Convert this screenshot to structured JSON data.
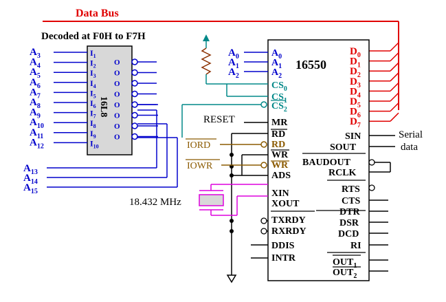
{
  "title": "Data Bus",
  "decoded_label": "Decoded at F0H to F7H",
  "decoder_chip": "16L8",
  "uart_chip": "16550",
  "crystal_label": "18.432 MHz",
  "reset_label": "RESET",
  "iord_label": "IORD",
  "iowr_label": "IOWR",
  "serial_data_label": [
    "Serial",
    "data"
  ],
  "decoder_inputs": [
    {
      "base": "A",
      "sub": "3"
    },
    {
      "base": "A",
      "sub": "4"
    },
    {
      "base": "A",
      "sub": "5"
    },
    {
      "base": "A",
      "sub": "6"
    },
    {
      "base": "A",
      "sub": "7"
    },
    {
      "base": "A",
      "sub": "8"
    },
    {
      "base": "A",
      "sub": "9"
    },
    {
      "base": "A",
      "sub": "10"
    },
    {
      "base": "A",
      "sub": "11"
    },
    {
      "base": "A",
      "sub": "12"
    }
  ],
  "upper_address": [
    {
      "base": "A",
      "sub": "13"
    },
    {
      "base": "A",
      "sub": "14"
    },
    {
      "base": "A",
      "sub": "15"
    }
  ],
  "left_address": [
    {
      "base": "A",
      "sub": "0"
    },
    {
      "base": "A",
      "sub": "1"
    },
    {
      "base": "A",
      "sub": "2"
    }
  ],
  "data_pins": [
    {
      "base": "D",
      "sub": "0"
    },
    {
      "base": "D",
      "sub": "1"
    },
    {
      "base": "D",
      "sub": "2"
    },
    {
      "base": "D",
      "sub": "3"
    },
    {
      "base": "D",
      "sub": "4"
    },
    {
      "base": "D",
      "sub": "5"
    },
    {
      "base": "D",
      "sub": "6"
    },
    {
      "base": "D",
      "sub": "7"
    }
  ],
  "pins_left": {
    "a0": {
      "base": "A",
      "sub": "0"
    },
    "a1": {
      "base": "A",
      "sub": "1"
    },
    "a2": {
      "base": "A",
      "sub": "2"
    },
    "cs0": {
      "base": "CS",
      "sub": "0"
    },
    "cs1": {
      "base": "CS",
      "sub": "1"
    },
    "cs2": {
      "base": "CS",
      "sub": "2"
    },
    "mr": "MR",
    "rd": "RD",
    "rd_bar": "RD",
    "wr": "WR",
    "wr_bar": "WR",
    "ads": "ADS",
    "xin": "XIN",
    "xout": "XOUT",
    "txrdy": "TXRDY",
    "rxrdy": "RXRDY",
    "ddis": "DDIS",
    "intr": "INTR"
  },
  "pins_right": {
    "sin": "SIN",
    "sout": "SOUT",
    "baudout": "BAUDOUT",
    "rclk": "RCLK",
    "rts": "RTS",
    "cts": "CTS",
    "dtr": "DTR",
    "dsr": "DSR",
    "dcd": "DCD",
    "ri": "RI",
    "out1": {
      "base": "OUT",
      "sub": "1"
    },
    "out2": {
      "base": "OUT",
      "sub": "2"
    }
  },
  "colors": {
    "blue": "#0000cc",
    "red": "#e00000",
    "teal": "#008888",
    "brown": "#8b5a00",
    "magenta": "#dd00dd",
    "chip": "#d8d8d8"
  }
}
